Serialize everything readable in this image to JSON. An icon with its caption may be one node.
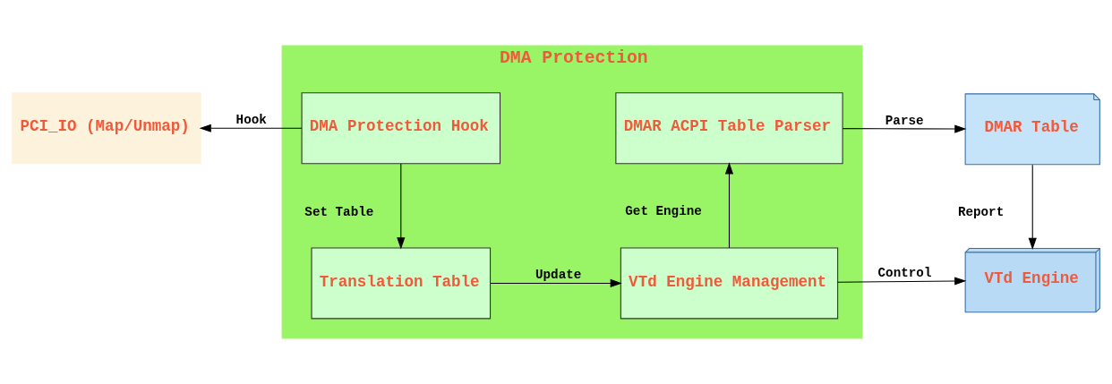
{
  "diagram": {
    "nodes": [
      {
        "text": [
          "DMA Protection"
        ]
      },
      {
        "text": [
          "DMA Protection Hook"
        ],
        "in": 0
      },
      {
        "text": [
          "DMAR ACPI Table Parser"
        ],
        "in": 0
      },
      {
        "text": [
          "Translation Table"
        ],
        "in": 0
      },
      {
        "text": [
          "VTd Engine Management"
        ],
        "in": 0
      },
      {
        "text": [
          "PCI_IO (Map/Unmap)"
        ]
      },
      {
        "text": [
          "DMAR Table"
        ]
      },
      {
        "text": [
          "VTd Engine"
        ]
      }
    ],
    "edges": [
      {
        "from": 1,
        "to": 5,
        "arrow": "to",
        "label": "Hook"
      },
      {
        "from": 1,
        "to": 3,
        "arrow": "to",
        "label": "Set Table"
      },
      {
        "from": 3,
        "to": 4,
        "arrow": "to",
        "label": "Update"
      },
      {
        "from": 4,
        "to": 2,
        "arrow": "to",
        "label": "Get Engine"
      },
      {
        "from": 2,
        "to": 6,
        "arrow": "to",
        "label": "Parse"
      },
      {
        "from": 4,
        "to": 7,
        "arrow": "to",
        "label": "Control"
      },
      {
        "from": 6,
        "to": 7,
        "arrow": "to",
        "label": "Report"
      }
    ]
  }
}
